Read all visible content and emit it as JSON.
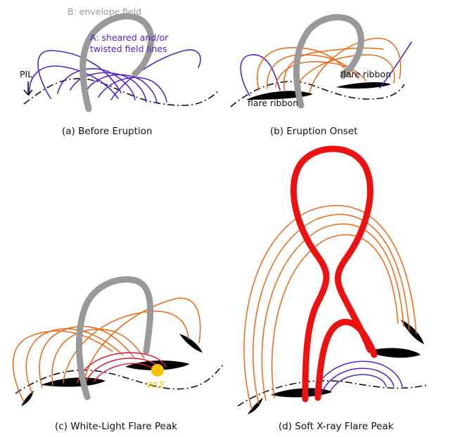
{
  "panels": {
    "a": {
      "caption": "(a) Before Eruption",
      "label_envelope": "B: envelope field",
      "label_sheared_1": "A: sheared and/or",
      "label_sheared_2": "twisted field lines",
      "label_pil": "PIL"
    },
    "b": {
      "caption": "(b) Eruption Onset",
      "label_ribbon_right": "flare ribbon",
      "label_ribbon_left": "flare ribbon"
    },
    "c": {
      "caption": "(c) White-Light Flare Peak",
      "label_wlf": "WLF"
    },
    "d": {
      "caption": "(d) Soft X-ray Flare Peak"
    }
  },
  "colors": {
    "envelope": "#999999",
    "sheared": "#5522cc",
    "reconnected": "#ee6611",
    "low_loops": "#dd2244",
    "flux_rope": "#ee1111",
    "ribbon": "#000000",
    "pil": "#111111",
    "wlf": "#f5c400",
    "envelope_label": "#999999"
  }
}
